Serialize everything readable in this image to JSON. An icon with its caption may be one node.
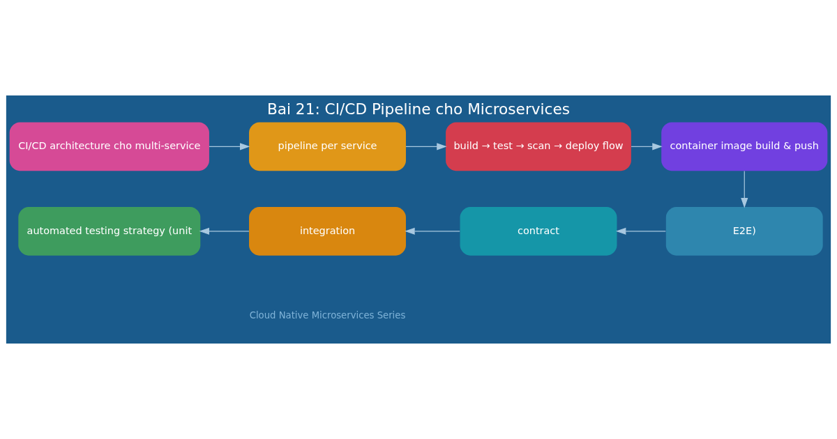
{
  "diagram": {
    "title": "Bai 21: CI/CD Pipeline cho Microservices",
    "nodes": [
      {
        "text": [
          "CI/CD architecture cho multi-service"
        ]
      },
      {
        "text": [
          "pipeline per service"
        ]
      },
      {
        "text": [
          "build → test → scan → deploy flow"
        ]
      },
      {
        "text": [
          "container image build & push"
        ]
      },
      {
        "text": [
          "automated testing strategy (unit"
        ]
      },
      {
        "text": [
          "integration"
        ]
      },
      {
        "text": [
          "contract"
        ]
      },
      {
        "text": [
          "E2E)"
        ]
      }
    ],
    "edges": [
      {
        "from": 0,
        "to": 1,
        "arrow": "to"
      },
      {
        "from": 1,
        "to": 2,
        "arrow": "to"
      },
      {
        "from": 2,
        "to": 3,
        "arrow": "to"
      },
      {
        "from": 3,
        "to": 7,
        "arrow": "to"
      },
      {
        "from": 7,
        "to": 6,
        "arrow": "to"
      },
      {
        "from": 6,
        "to": 5,
        "arrow": "to"
      },
      {
        "from": 5,
        "to": 4,
        "arrow": "to"
      }
    ],
    "labels": [
      "Cloud Native Microservices Series"
    ]
  }
}
